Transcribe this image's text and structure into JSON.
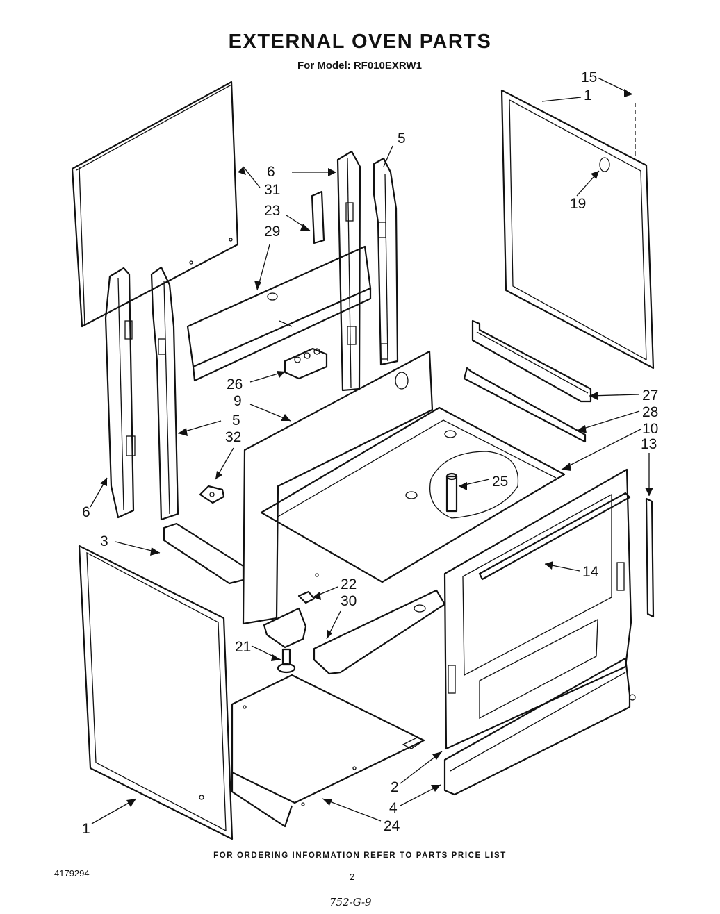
{
  "header": {
    "title": "EXTERNAL OVEN PARTS",
    "subtitle": "For Model: RF010EXRW1"
  },
  "footer": {
    "ordering_note": "FOR ORDERING INFORMATION REFER TO PARTS PRICE LIST",
    "document_number": "4179294",
    "page_number": "2",
    "handwritten_note": "752-G-9"
  },
  "callouts": {
    "c15": "15",
    "c1_top": "1",
    "c5_top": "5",
    "c6_top": "6",
    "c31": "31",
    "c23": "23",
    "c29": "29",
    "c19": "19",
    "c26": "26",
    "c27": "27",
    "c9": "9",
    "c28": "28",
    "c5_mid": "5",
    "c10": "10",
    "c32": "32",
    "c13": "13",
    "c25": "25",
    "c6_left": "6",
    "c3": "3",
    "c14": "14",
    "c22": "22",
    "c30": "30",
    "c21": "21",
    "c2": "2",
    "c4": "4",
    "c1_bottom": "1",
    "c24": "24"
  }
}
